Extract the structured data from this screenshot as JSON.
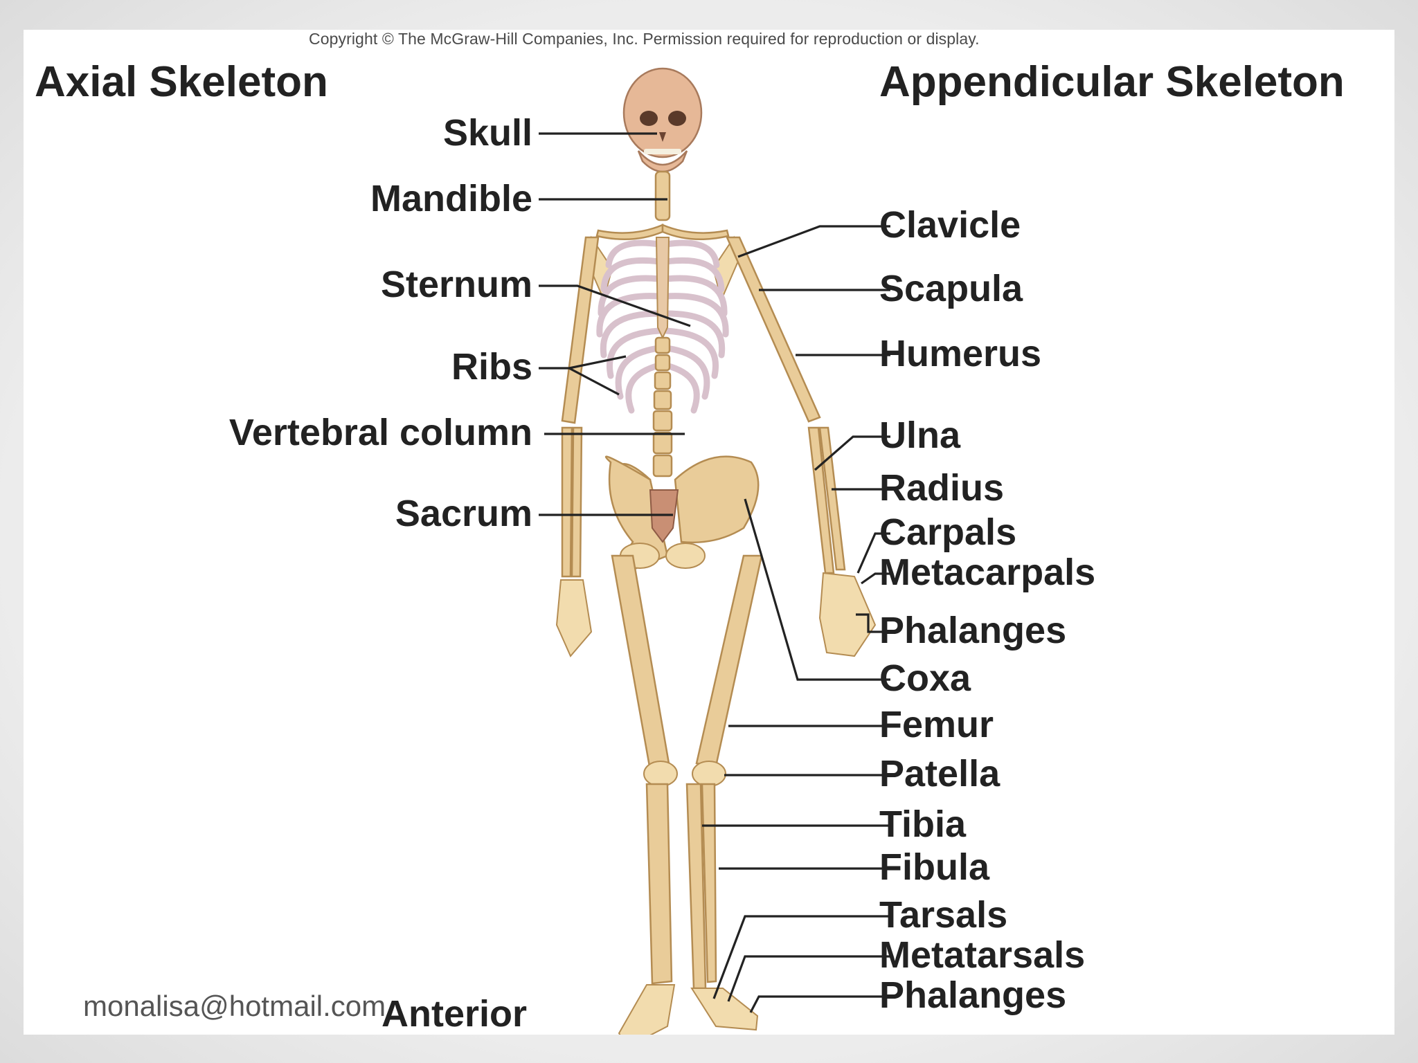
{
  "copyright": "Copyright © The McGraw-Hill Companies, Inc. Permission required for reproduction or display.",
  "headings": {
    "axial": "Axial Skeleton",
    "appendicular": "Appendicular Skeleton"
  },
  "axial_labels": [
    "Skull",
    "Mandible",
    "Sternum",
    "Ribs",
    "Vertebral column",
    "Sacrum"
  ],
  "appendicular_labels": [
    "Clavicle",
    "Scapula",
    "Humerus",
    "Ulna",
    "Radius",
    "Carpals",
    "Metacarpals",
    "Phalanges",
    "Coxa",
    "Femur",
    "Patella",
    "Tibia",
    "Fibula",
    "Tarsals",
    "Metatarsals",
    "Phalanges"
  ],
  "view_label": "Anterior",
  "footer": "monalisa@hotmail.com",
  "colors": {
    "bone": "#e9cc99",
    "ribs": "#d8c1cc",
    "skull": "#e6b897",
    "text": "#222222"
  }
}
